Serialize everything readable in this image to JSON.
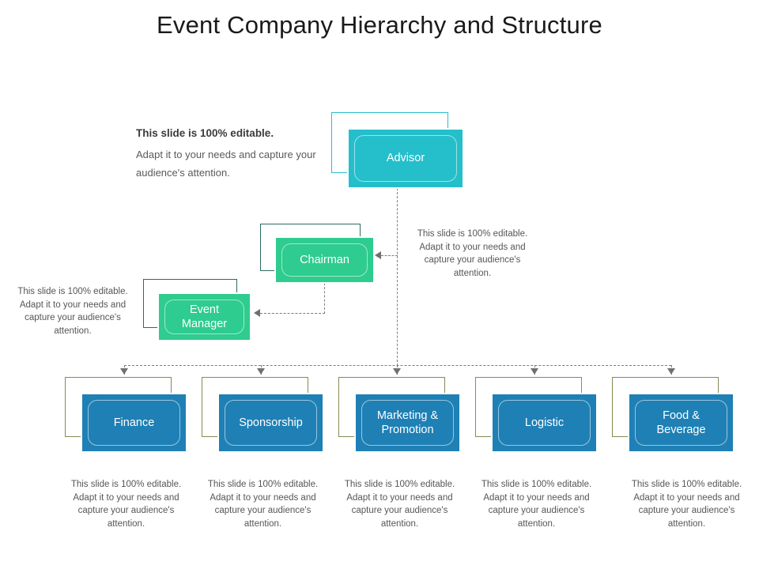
{
  "slide": {
    "title": "Event Company Hierarchy and Structure",
    "background": "#ffffff"
  },
  "editable_blurb": {
    "heading": "This slide is 100% editable.",
    "body": "Adapt it to your needs and capture your audience's attention."
  },
  "note_text": "This slide is 100% editable. Adapt it to your needs and capture your audience's attention.",
  "colors": {
    "cyan": "#25bfcb",
    "green": "#2ecc8f",
    "blue": "#1f80b5",
    "connector": "#7d7d7d",
    "title": "#1a1a1a",
    "note": "#565656"
  },
  "nodes": {
    "advisor": {
      "label": "Advisor",
      "color": "cyan"
    },
    "chairman": {
      "label": "Chairman",
      "color": "green"
    },
    "event_manager": {
      "label": "Event\nManager",
      "color": "green"
    }
  },
  "departments": [
    {
      "label": "Finance",
      "color": "blue"
    },
    {
      "label": "Sponsorship",
      "color": "blue"
    },
    {
      "label": "Marketing &\nPromotion",
      "color": "blue"
    },
    {
      "label": "Logistic",
      "color": "blue"
    },
    {
      "label": "Food &\nBeverage",
      "color": "blue"
    }
  ],
  "notes": {
    "left_of_event_manager": "This slide is 100% editable. Adapt it to your needs and capture your audience's attention.",
    "right_of_chairman": "This slide is 100% editable. Adapt it to your needs and capture your audience's attention.",
    "under_finance": "This slide is 100% editable. Adapt it to your needs and capture your audience's attention.",
    "under_sponsorship": "This slide is 100% editable. Adapt it to your needs and capture your audience's attention.",
    "under_marketing": "This slide is 100% editable. Adapt it to your needs and capture your audience's attention.",
    "under_logistic": "This slide is 100% editable. Adapt it to your needs and capture your audience's attention.",
    "under_food": "This slide is 100% editable. Adapt it to your needs and capture your audience's attention."
  }
}
